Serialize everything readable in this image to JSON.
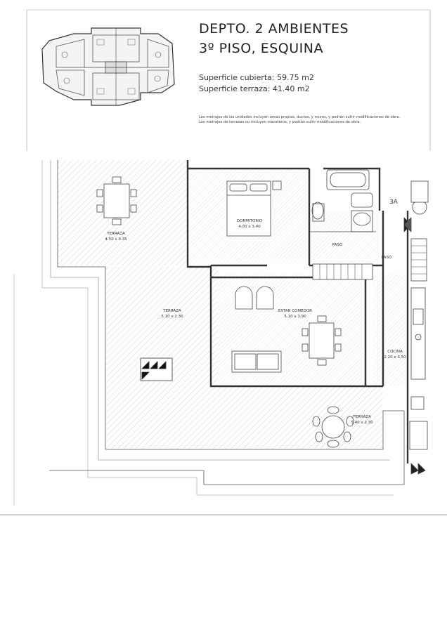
{
  "header": {
    "title_line1": "DEPTO. 2 AMBIENTES",
    "title_line2": "3º PISO, ESQUINA",
    "surface_covered": "Superficie cubierta: 59.75 m2",
    "surface_terrace": "Superficie terraza: 41.40 m2",
    "note_line1": "Los metrajes de las unidades incluyen áreas propias, ductos, y muros, y podrán sufrir modificaciones de obra.",
    "note_line2": "Los metrajes de terrazas no incluyen maceteros, y podrán sufrir modificaciones de obra."
  },
  "plan": {
    "unit_tag": "3A",
    "rooms": [
      {
        "name": "TERRAZA",
        "dims": "4.50 x 3.35"
      },
      {
        "name": "DORMITORIO",
        "dims": "4.00 x 3.40"
      },
      {
        "name": "PASO",
        "dims": ""
      },
      {
        "name": "PASO",
        "dims": ""
      },
      {
        "name": "TERRAZA",
        "dims": "5.10 x 2.30"
      },
      {
        "name": "ESTAR COMEDOR",
        "dims": "5.10 x 3.90"
      },
      {
        "name": "COCINA",
        "dims": "2.20 x 3.50"
      },
      {
        "name": "TERRAZA",
        "dims": "5.40 x 2.30"
      }
    ]
  },
  "colors": {
    "ink": "#333333",
    "hatch": "#b8b8b8",
    "paper": "#ffffff"
  }
}
